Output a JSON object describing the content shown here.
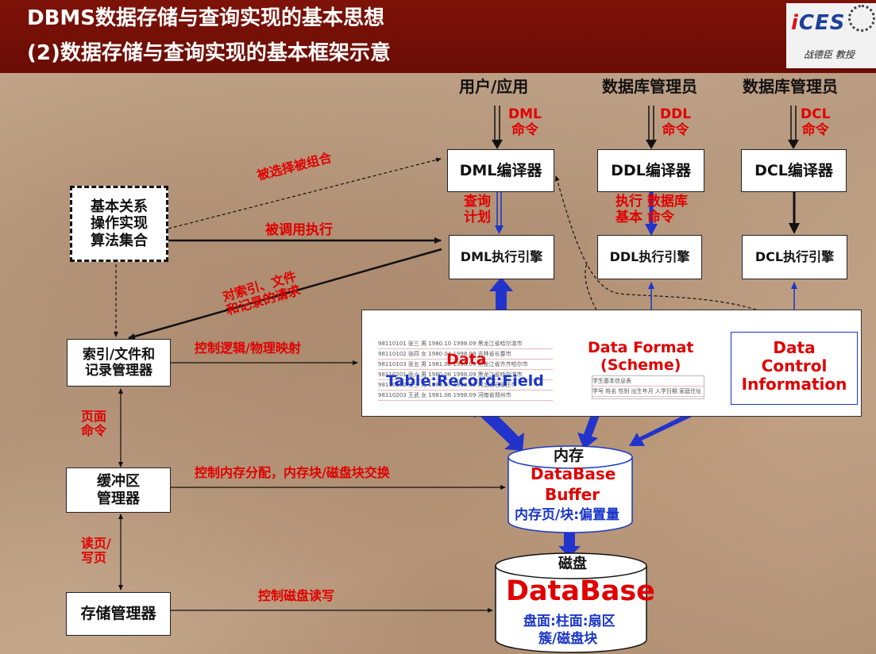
{
  "header": {
    "title_line1": "DBMS数据存储与查询实现的基本思想",
    "title_line2": "(2)数据存储与查询实现的基本框架示意"
  },
  "logo": {
    "brand_prefix": "i",
    "brand_rest": "CES",
    "sub": "战德臣 教授"
  },
  "actors": {
    "user_app": "用户/应用",
    "dba1": "数据库管理员",
    "dba2": "数据库管理员"
  },
  "commands": {
    "dml": "DML\n命令",
    "ddl": "DDL\n命令",
    "dcl": "DCL\n命令"
  },
  "compilers": {
    "dml": "DML编译器",
    "ddl": "DDL编译器",
    "dcl": "DCL编译器"
  },
  "engines": {
    "dml": "DML执行引擎",
    "ddl": "DDL执行引擎",
    "dcl": "DCL执行引擎"
  },
  "plan_labels": {
    "query_plan": "查询\n计划",
    "exec_basic": "执行 数据库\n基本 命令"
  },
  "algo_box": "基本关系\n操作实现\n算法集合",
  "arrow_labels": {
    "selected": "被选择被组合",
    "invoked": "被调用执行",
    "requests": "对索引、文件\n和记录的请求",
    "logic_map": "控制逻辑/物理映射",
    "page_cmd": "页面\n命令",
    "mem_alloc": "控制内存分配，内存块/磁盘块交换",
    "rw_page": "读页/\n写页",
    "disk_rw": "控制磁盘读写"
  },
  "managers": {
    "index_file": "索引/文件和\n记录管理器",
    "buffer": "缓冲区\n管理器",
    "storage": "存储管理器"
  },
  "panel": {
    "data_label": "Data",
    "trf_label": "Table:Record:Field",
    "format_label": "Data Format\n(Scheme)",
    "dci_label": "Data\nControl\nInformation",
    "table_rows": [
      "98110101  张三  男  1980.10  1998.09  黑龙江省哈尔滨市",
      "98110102  张四  女  1980.04  1998.09  吉林省长春市",
      "98110103  张五  男  1981.02  1998.09  黑龙江省齐齐哈尔市",
      "98110201  张六  男  1980.06  1998.09  黑龙江省哈尔滨市",
      "98110202  王三  男  1980.07  1998.09  河北省石家庄市",
      "98110203  王武  女  1981.06  1998.09  河南省郑州市"
    ],
    "scheme_rows": [
      "学生基本信息表",
      "学号  姓名  性别  出生年月  入学日期  家庭住址"
    ]
  },
  "buffer_cyl": {
    "top": "内存",
    "l1": "DataBase",
    "l2": "Buffer",
    "l3": "内存页/块:偏置量"
  },
  "disk_cyl": {
    "top": "磁盘",
    "l1": "DataBase",
    "l2": "盘面:柱面:扇区",
    "l3": "簇/磁盘块"
  },
  "colors": {
    "title_bg": "#6a0d05",
    "red": "#e00000",
    "blue": "#1a36c9",
    "thick_blue": "#2233cc"
  }
}
